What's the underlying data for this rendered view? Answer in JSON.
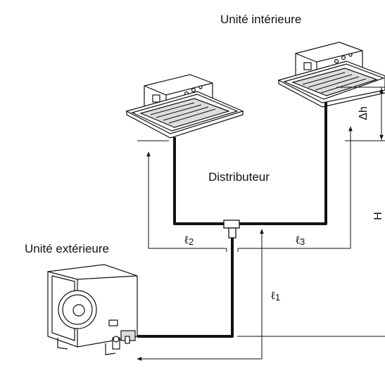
{
  "labels": {
    "indoor_unit": "Unité intérieure",
    "outdoor_unit": "Unité extérieure",
    "distributor": "Distributeur",
    "l1_symbol": "ℓ",
    "l1_sub": "1",
    "l2_symbol": "ℓ",
    "l2_sub": "2",
    "l3_symbol": "ℓ",
    "l3_sub": "3",
    "height_diff": "Δh",
    "height": "H"
  },
  "colors": {
    "line": "#111111",
    "pipe": "#111111"
  }
}
